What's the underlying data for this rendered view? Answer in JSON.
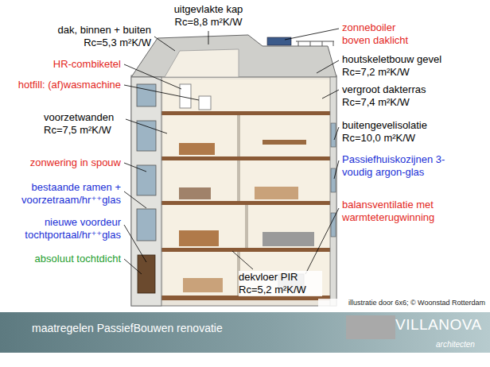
{
  "diagram": {
    "nodes": [
      {
        "text": [
          "maatregelen PassiefBouwen renovatie"
        ]
      }
    ],
    "labels": [
      "uitgevlakte kap Rc=8,8 m²K/W",
      "dak, binnen + buiten Rc=5,3 m²K/W",
      "zonneboiler boven daklicht",
      "HR-combiketel",
      "houtskeletbouw gevel Rc=7,2 m²K/W",
      "hotfill: (af)wasmachine",
      "vergroot dakterras Rc=7,4 m²K/W",
      "voorzetwanden Rc=7,5 m²K/W",
      "buitengevelisolatie Rc=10,0 m²K/W",
      "zonwering in spouw",
      "bestaande ramen + voorzetraam/hr⁺⁺glas",
      "Passiefhuiskozijnen 3-voudig argon-glas",
      "nieuwe voordeur tochtportaal/hr⁺⁺glas",
      "balansventilatie met warmteterugwinning",
      "absoluut tochtdicht",
      "dekvloer PIR Rc=5,2 m²K/W",
      "illustratie door 6x6; © Woonstad Rotterdam",
      "VILLANOVA",
      "architecten"
    ]
  }
}
